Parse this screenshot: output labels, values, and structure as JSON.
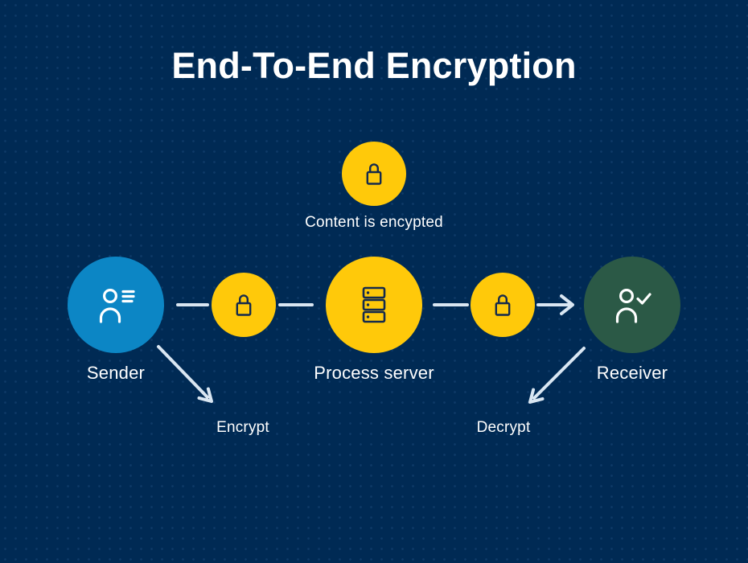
{
  "title": "End-To-End Encryption",
  "colors": {
    "background": "#002a54",
    "accent_yellow": "#ffc90a",
    "accent_blue": "#0c86c5",
    "accent_green": "#2b5946",
    "icon_dark": "#142a4d",
    "connector_line": "#d9e6f2",
    "text": "#ffffff"
  },
  "nodes": {
    "content": {
      "label": "Content is encypted",
      "icon": "lock-icon"
    },
    "sender": {
      "label": "Sender",
      "icon": "user-lines-icon"
    },
    "lock_left": {
      "icon": "lock-icon"
    },
    "process": {
      "label": "Process server",
      "icon": "server-icon"
    },
    "lock_right": {
      "icon": "lock-icon"
    },
    "receiver": {
      "label": "Receiver",
      "icon": "user-check-icon"
    }
  },
  "annotations": {
    "encrypt": "Encrypt",
    "decrypt": "Decrypt"
  }
}
